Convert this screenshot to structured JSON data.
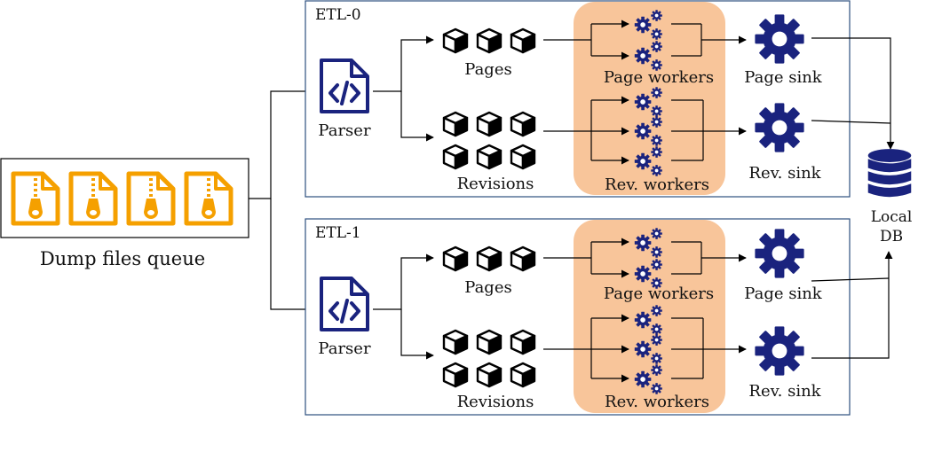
{
  "colors": {
    "accent_orange": "#f5a000",
    "navy": "#1a237e",
    "box_border": "#2d4f7f",
    "worker_bg": "#f8c59a",
    "line": "#000000"
  },
  "queue": {
    "label": "Dump files queue",
    "file_icon": "zip-file-icon",
    "file_count": 4
  },
  "etl_blocks": [
    {
      "title": "ETL-0",
      "parser_label": "Parser",
      "pages_label": "Pages",
      "revisions_label": "Revisions",
      "page_workers_label": "Page workers",
      "rev_workers_label": "Rev. workers",
      "page_sink_label": "Page sink",
      "rev_sink_label": "Rev. sink"
    },
    {
      "title": "ETL-1",
      "parser_label": "Parser",
      "pages_label": "Pages",
      "revisions_label": "Revisions",
      "page_workers_label": "Page workers",
      "rev_workers_label": "Rev. workers",
      "page_sink_label": "Page sink",
      "rev_sink_label": "Rev. sink"
    }
  ],
  "local_db": {
    "line1": "Local",
    "line2": "DB",
    "icon": "database-icon"
  },
  "icons": {
    "parser": "code-file-icon",
    "item": "cube-icon",
    "worker": "gears-icon",
    "sink": "gear-icon"
  }
}
